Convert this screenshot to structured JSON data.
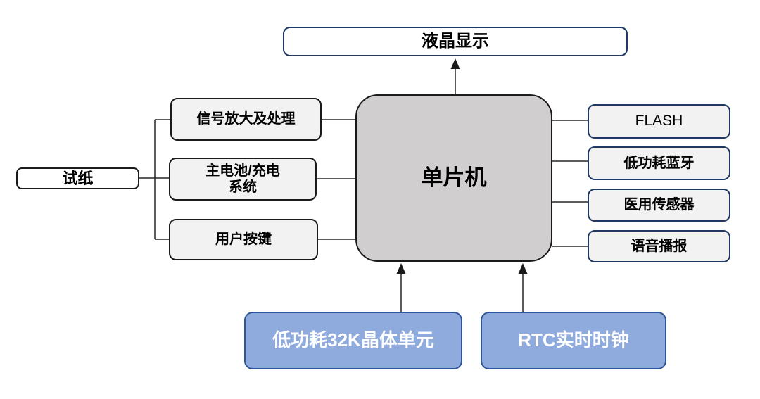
{
  "colors": {
    "background": "#FFFFFF",
    "gray_node_fill": "#F2F2F2",
    "mcu_fill": "#D0CECE",
    "black_border": "#1A1A1A",
    "navy_border": "#1F3864",
    "blue_node_fill": "#8FAADC",
    "blue_node_border": "#2F5597",
    "blue_node_text": "#FFFFFF",
    "connector_line": "#262626"
  },
  "diagram": {
    "top_node": {
      "label": "液晶显示"
    },
    "center_node": {
      "label": "单片机"
    },
    "input_node": {
      "label": "试纸"
    },
    "left_nodes": [
      {
        "label": "信号放大及处理"
      },
      {
        "label": "主电池/充电\n系统"
      },
      {
        "label": "用户按键"
      }
    ],
    "right_nodes": [
      {
        "label": "FLASH"
      },
      {
        "label": "低功耗蓝牙"
      },
      {
        "label": "医用传感器"
      },
      {
        "label": "语音播报"
      }
    ],
    "bottom_nodes": [
      {
        "label": "低功耗32K晶体单元"
      },
      {
        "label": "RTC实时时钟"
      }
    ]
  }
}
